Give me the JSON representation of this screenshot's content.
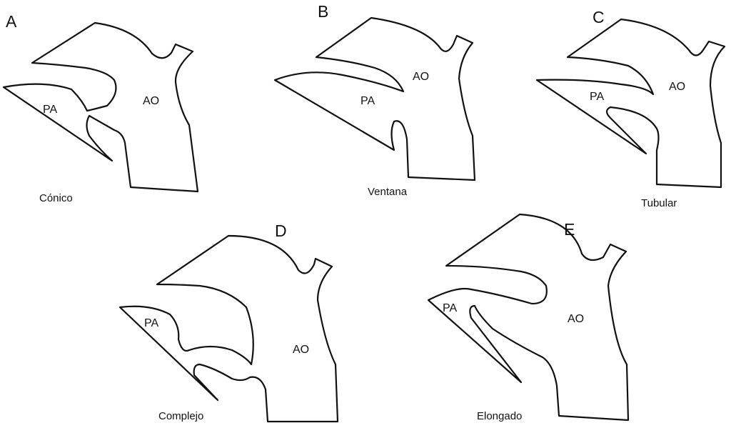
{
  "panels": [
    {
      "letter": "A",
      "pa": "PA",
      "ao": "AO",
      "caption": "Cónico"
    },
    {
      "letter": "B",
      "pa": "PA",
      "ao": "AO",
      "caption": "Ventana"
    },
    {
      "letter": "C",
      "pa": "PA",
      "ao": "AO",
      "caption": "Tubular"
    },
    {
      "letter": "D",
      "pa": "PA",
      "ao": "AO",
      "caption": "Complejo"
    },
    {
      "letter": "E",
      "pa": "PA",
      "ao": "AO",
      "caption": "Elongado"
    }
  ]
}
